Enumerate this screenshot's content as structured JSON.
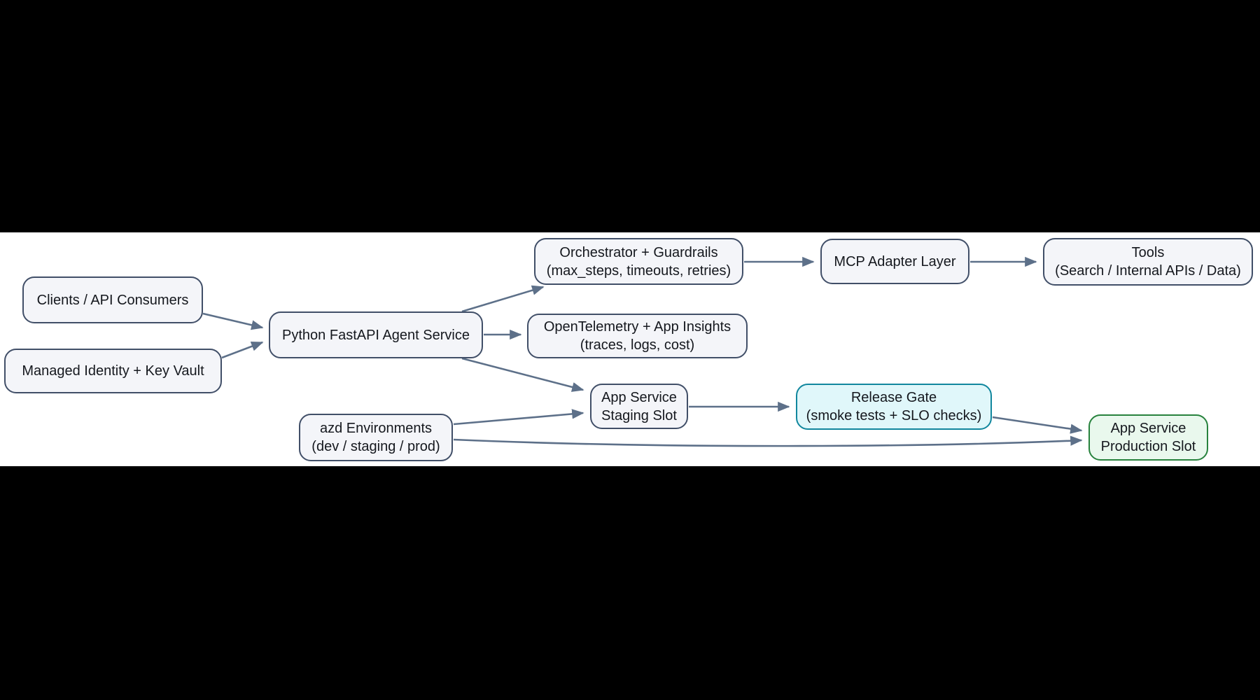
{
  "diagram": {
    "type": "flowchart",
    "direction": "left-to-right",
    "colors": {
      "background": "#ffffff",
      "letterbox": "#000000",
      "node_fill": "#f4f5f9",
      "node_border": "#414f68",
      "edge": "#5d7089",
      "text": "#15181e",
      "release_gate_fill": "#e0f7fa",
      "release_gate_border": "#11879e",
      "production_fill": "#e9f8ed",
      "production_border": "#27823d"
    },
    "nodes": {
      "clients": {
        "line1": "Clients / API Consumers"
      },
      "managed_identity": {
        "line1": "Managed Identity + Key Vault"
      },
      "fastapi_service": {
        "line1": "Python FastAPI Agent Service"
      },
      "orchestrator": {
        "line1": "Orchestrator + Guardrails",
        "line2": "(max_steps, timeouts, retries)"
      },
      "otel": {
        "line1": "OpenTelemetry + App Insights",
        "line2": "(traces, logs, cost)"
      },
      "mcp_adapter": {
        "line1": "MCP Adapter Layer"
      },
      "tools": {
        "line1": "Tools",
        "line2": "(Search / Internal APIs / Data)"
      },
      "staging_slot": {
        "line1": "App Service",
        "line2": "Staging Slot"
      },
      "release_gate": {
        "line1": "Release Gate",
        "line2": "(smoke tests + SLO checks)"
      },
      "azd_environments": {
        "line1": "azd Environments",
        "line2": "(dev / staging / prod)"
      },
      "production_slot": {
        "line1": "App Service",
        "line2": "Production Slot"
      }
    },
    "edges": [
      {
        "from": "clients",
        "to": "fastapi_service"
      },
      {
        "from": "managed_identity",
        "to": "fastapi_service"
      },
      {
        "from": "fastapi_service",
        "to": "orchestrator"
      },
      {
        "from": "fastapi_service",
        "to": "otel"
      },
      {
        "from": "fastapi_service",
        "to": "staging_slot"
      },
      {
        "from": "orchestrator",
        "to": "mcp_adapter"
      },
      {
        "from": "mcp_adapter",
        "to": "tools"
      },
      {
        "from": "staging_slot",
        "to": "release_gate"
      },
      {
        "from": "release_gate",
        "to": "production_slot"
      },
      {
        "from": "azd_environments",
        "to": "staging_slot"
      },
      {
        "from": "azd_environments",
        "to": "production_slot"
      }
    ]
  }
}
